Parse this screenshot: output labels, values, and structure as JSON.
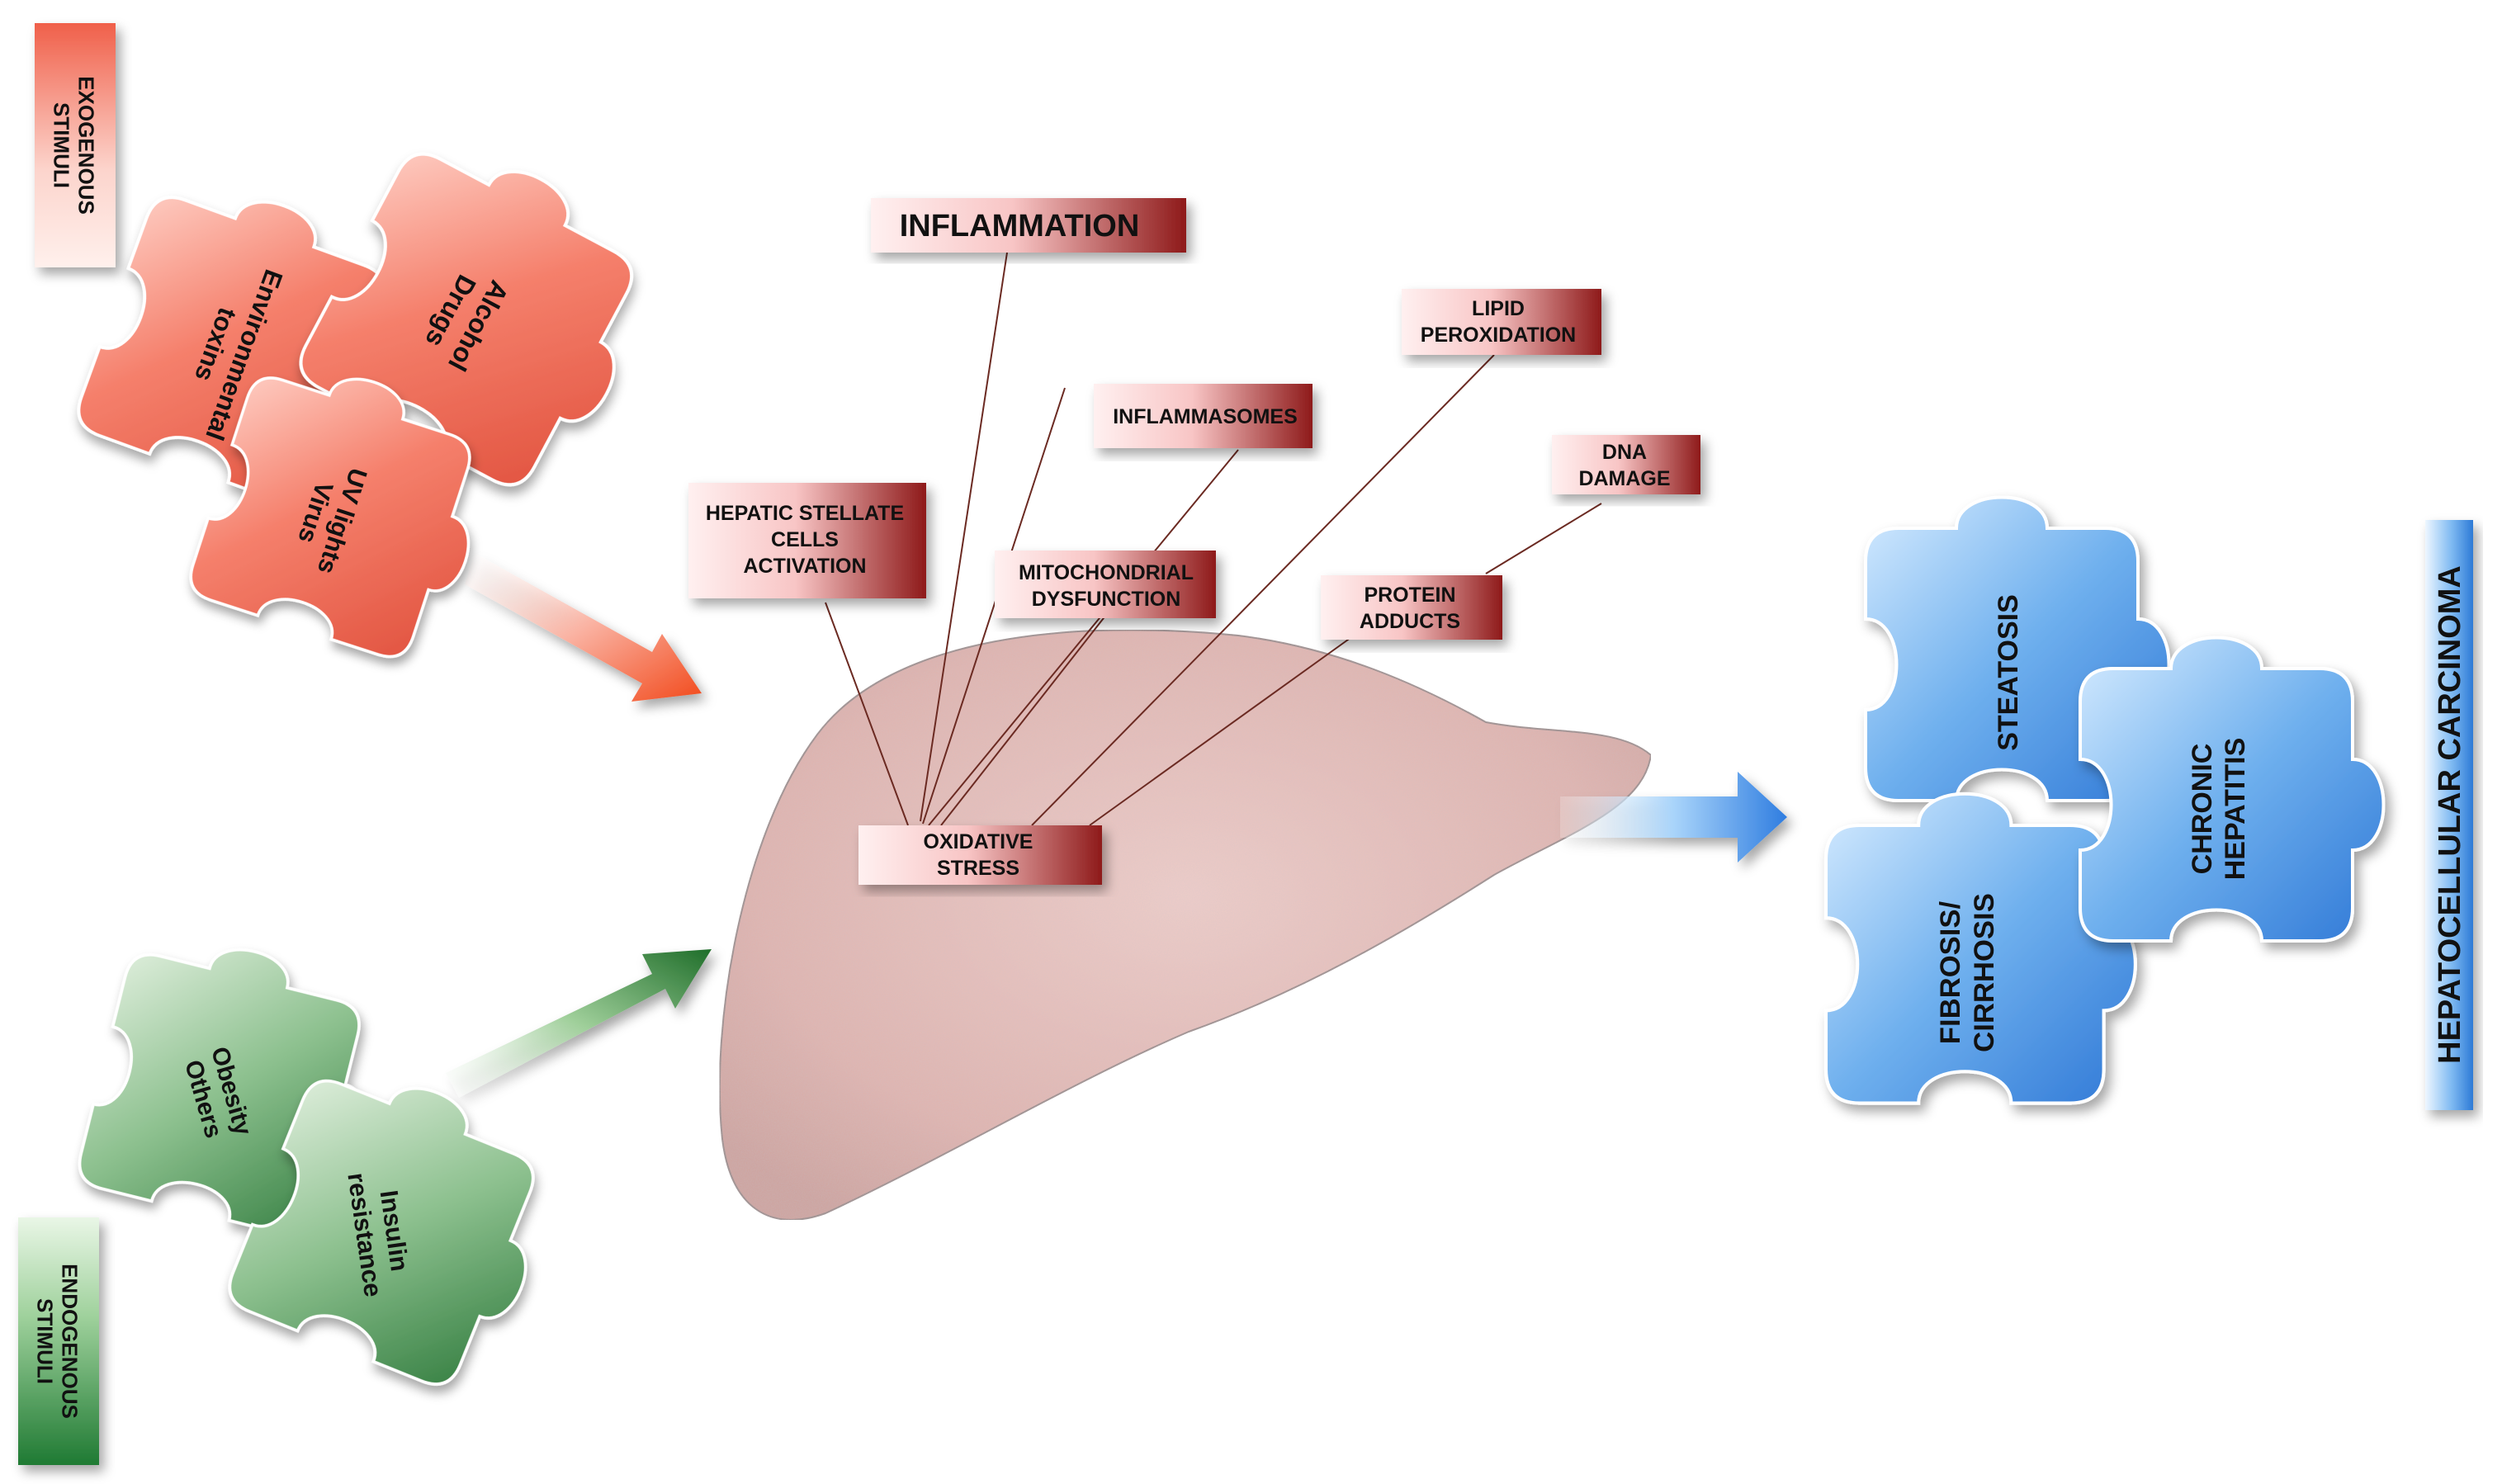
{
  "exogenous": {
    "label": [
      "EXOGENOUS",
      "STIMULI"
    ],
    "pieces": [
      {
        "lines": [
          "Environmental",
          "toxins"
        ]
      },
      {
        "lines": [
          "Alcohol",
          "Drugs"
        ]
      },
      {
        "lines": [
          "UV lights",
          "Virus"
        ]
      }
    ]
  },
  "endogenous": {
    "label": [
      "ENDOGENOUS",
      "STIMULI"
    ],
    "pieces": [
      {
        "lines": [
          "Obesity",
          "Others"
        ]
      },
      {
        "lines": [
          "Insulin",
          "resistance"
        ]
      }
    ]
  },
  "mechanisms": [
    {
      "id": "inflammation",
      "lines": [
        "INFLAMMATION"
      ]
    },
    {
      "id": "lipid-peroxidation",
      "lines": [
        "LIPID",
        "PEROXIDATION"
      ]
    },
    {
      "id": "inflammasomes",
      "lines": [
        "INFLAMMASOMES"
      ]
    },
    {
      "id": "dna-damage",
      "lines": [
        "DNA",
        "DAMAGE"
      ]
    },
    {
      "id": "hepatic-stellate",
      "lines": [
        "HEPATIC STELLATE",
        "CELLS",
        "ACTIVATION"
      ]
    },
    {
      "id": "mitochondrial",
      "lines": [
        "MITOCHONDRIAL",
        "DYSFUNCTION"
      ]
    },
    {
      "id": "protein-adducts",
      "lines": [
        "PROTEIN",
        "ADDUCTS"
      ]
    }
  ],
  "center": {
    "lines": [
      "OXIDATIVE",
      "STRESS"
    ]
  },
  "outcomes": [
    {
      "id": "steatosis",
      "lines": [
        "STEATOSIS"
      ]
    },
    {
      "id": "chronic-hepatitis",
      "lines": [
        "CHRONIC",
        "HEPATITIS"
      ]
    },
    {
      "id": "fibrosis-cirrhosis",
      "lines": [
        "FIBROSIS/",
        "CIRRHOSIS"
      ]
    }
  ],
  "final": {
    "label": "HEPATOCELLULAR CARCINOMA"
  },
  "colors": {
    "exogenous": "#f36a55",
    "endogenous": "#4e9a5a",
    "outcome": "#3d8ae0",
    "box_dark": "#8e1a1a",
    "box_light": "#fde3e3",
    "liver": "#e6b9b3"
  }
}
